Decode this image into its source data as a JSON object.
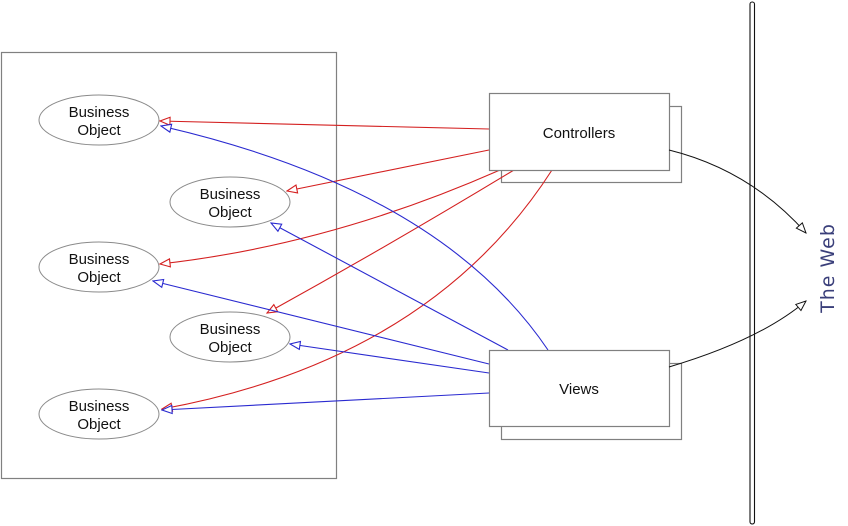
{
  "diagram": {
    "model_group": {
      "objects": [
        {
          "line1": "Business",
          "line2": "Object"
        },
        {
          "line1": "Business",
          "line2": "Object"
        },
        {
          "line1": "Business",
          "line2": "Object"
        },
        {
          "line1": "Business",
          "line2": "Object"
        },
        {
          "line1": "Business",
          "line2": "Object"
        }
      ]
    },
    "controllers": {
      "label": "Controllers"
    },
    "views": {
      "label": "Views"
    },
    "web": {
      "label": "The Web"
    },
    "colors": {
      "controller_edge": "#d42020",
      "view_edge": "#2a2ad0",
      "web_edge": "#111111",
      "web_label": "#3a3f7a",
      "box_stroke": "#808080"
    },
    "edges": [
      {
        "from": "controllers",
        "to": "object-1",
        "kind": "controller"
      },
      {
        "from": "controllers",
        "to": "object-2",
        "kind": "controller"
      },
      {
        "from": "controllers",
        "to": "object-3",
        "kind": "controller"
      },
      {
        "from": "controllers",
        "to": "object-4",
        "kind": "controller"
      },
      {
        "from": "controllers",
        "to": "object-5",
        "kind": "controller"
      },
      {
        "from": "views",
        "to": "object-1",
        "kind": "view"
      },
      {
        "from": "views",
        "to": "object-2",
        "kind": "view"
      },
      {
        "from": "views",
        "to": "object-3",
        "kind": "view"
      },
      {
        "from": "views",
        "to": "object-4",
        "kind": "view"
      },
      {
        "from": "views",
        "to": "object-5",
        "kind": "view"
      },
      {
        "from": "controllers",
        "to": "web",
        "kind": "web"
      },
      {
        "from": "views",
        "to": "web",
        "kind": "web"
      }
    ]
  }
}
